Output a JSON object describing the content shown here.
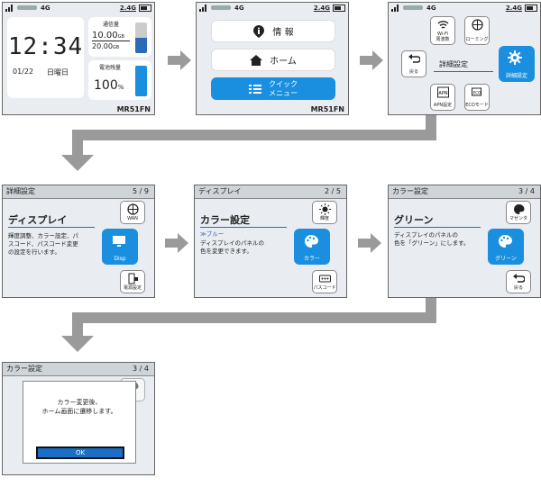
{
  "status": {
    "network": "4G",
    "band": "2.4G"
  },
  "screen1": {
    "clock": "12:34",
    "date": "01/22",
    "weekday": "日曜日",
    "data_label": "通信量",
    "data_used": "10.00",
    "data_unit": "GB",
    "data_total": "20.00",
    "data_total_unit": "GB",
    "battery_label": "電池残量",
    "battery_value": "100",
    "battery_unit": "%",
    "battery_level": 1.0,
    "data_level": 0.5,
    "model": "MR51FN"
  },
  "screen2": {
    "menu": [
      {
        "label": "情 報",
        "icon": "info-icon"
      },
      {
        "label": "ホーム",
        "icon": "home-icon"
      },
      {
        "label": "クイック\nメニュー",
        "icon": "list-icon"
      }
    ],
    "model": "MR51FN"
  },
  "screen3": {
    "back": "戻る",
    "center": "詳細設定",
    "wifi": "Wi-Fi\n周波数",
    "roaming": "ローミング",
    "apn": "APN設定",
    "eco": "ECOモード",
    "selected": "詳細設定"
  },
  "screen4": {
    "header": "詳細設定",
    "page": "5 / 9",
    "title": "ディスプレイ",
    "desc": "輝度調整、カラー設定、パ\nスコード、パスコード変更\nの設定を行います。",
    "wan": "WAN",
    "selected": "Disp",
    "power": "電源設定"
  },
  "screen5": {
    "header": "ディスプレイ",
    "page": "2 / 5",
    "title": "カラー設定",
    "current": "≫ブルー",
    "desc": "ディスプレイのパネルの\n色を変更できます。",
    "brightness": "輝度",
    "selected": "カラー",
    "passcode": "パスコード"
  },
  "screen6": {
    "header": "カラー設定",
    "page": "3 / 4",
    "title": "グリーン",
    "desc": "ディスプレイのパネルの\n色を「グリーン」にします。",
    "magenta": "マゼンタ",
    "selected": "グリーン",
    "back": "戻る"
  },
  "screen7": {
    "header": "カラー設定",
    "page": "3 / 4",
    "dialog": "カラー変更後、\nホーム画面に遷移します。",
    "ok": "OK"
  },
  "colors": {
    "accent": "#1a8fe0",
    "arrow": "#9a9a9a",
    "panel": "#e9edf1"
  }
}
